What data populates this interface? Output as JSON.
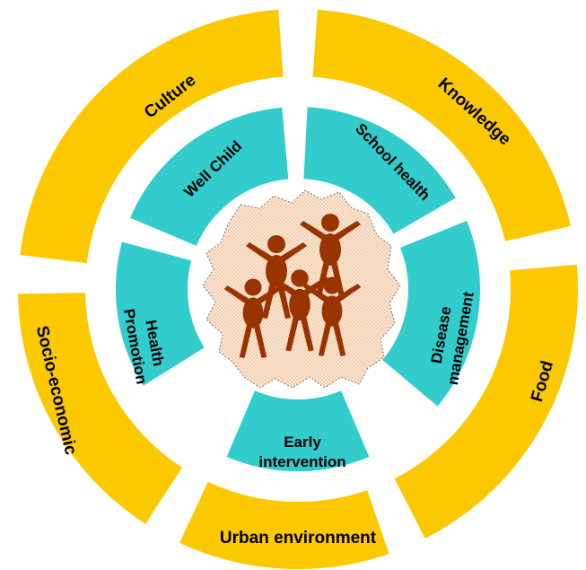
{
  "colors": {
    "outer_ring": "#fcc900",
    "inner_ring": "#33cccc",
    "figures": "#993300",
    "center_fill": "#fbe4cf",
    "background": "#ffffff"
  },
  "outer_ring": [
    {
      "id": "culture",
      "label": "Culture"
    },
    {
      "id": "knowledge",
      "label": "Knowledge"
    },
    {
      "id": "food",
      "label": "Food"
    },
    {
      "id": "urban",
      "label": "Urban environment"
    },
    {
      "id": "socio",
      "label": "Socio-economic"
    }
  ],
  "inner_ring": [
    {
      "id": "well-child",
      "lines": [
        "Well Child"
      ]
    },
    {
      "id": "school-health",
      "lines": [
        "School health"
      ]
    },
    {
      "id": "disease",
      "lines": [
        "Disease",
        "management"
      ]
    },
    {
      "id": "early",
      "lines": [
        "Early",
        "intervention"
      ]
    },
    {
      "id": "promotion",
      "lines": [
        "Health",
        "Promotion"
      ]
    }
  ],
  "center": {
    "figure_count": 5,
    "icon": "children-group-icon"
  }
}
